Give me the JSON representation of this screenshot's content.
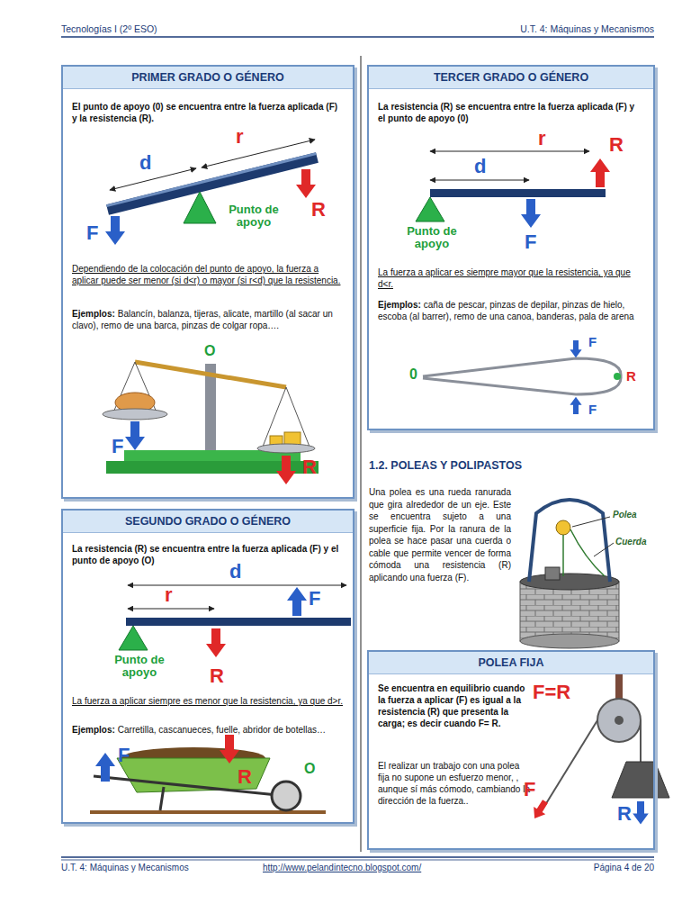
{
  "diagram": {
    "nodes": [
      {
        "text": [
          "PRIMER GRADO O GÉNERO",
          "El punto de apoyo (0) se encuentra entre la fuerza aplicada (F) y la resistencia (R).",
          "Dependiendo de la colocación del punto de apoyo, la fuerza a aplicar puede ser menor (si d<r) o mayor (si r<d) que la resistencia.",
          "Ejemplos:",
          "Balancín, balanza, tijeras, alicate, martillo (al sacar un clavo), remo de una barca, pinzas de colgar ropa…."
        ]
      },
      {
        "text": [
          "SEGUNDO GRADO O GÉNERO",
          "La resistencia (R) se encuentra entre la fuerza aplicada (F) y el punto de apoyo (O)",
          "La fuerza a aplicar siempre es menor que la resistencia, ya que d>r.",
          "Ejemplos:",
          "Carretilla, cascanueces, fuelle, abridor de botellas…"
        ]
      },
      {
        "text": [
          "TERCER GRADO O GÉNERO",
          "La resistencia (R) se encuentra entre la fuerza aplicada (F) y el punto de apoyo (0)",
          "La fuerza a aplicar es siempre mayor que la resistencia, ya que d<r.",
          "Ejemplos:",
          "caña de pescar, pinzas de depilar, pinzas de hielo, escoba (al barrer), remo de una canoa, banderas, pala de arena"
        ]
      },
      {
        "text": [
          "POLEA FIJA",
          "Se encuentra en equilibrio cuando la fuerza a aplicar (F) es igual a la resistencia (R) que presenta la carga; es decir cuando F= R.",
          "El realizar un trabajo con una polea fija no supone un esfuerzo menor, , aunque sí más cómodo, cambiando la dirección de la fuerza.."
        ]
      }
    ],
    "labels": [
      "Tecnologías I (2º ESO)",
      "U.T. 4: Máquinas y Mecanismos",
      "d",
      "r",
      "F",
      "Punto de apoyo",
      "R",
      "O",
      "F",
      "R",
      "r",
      "d",
      "F",
      "Punto de apoyo",
      "R",
      "F",
      "R",
      "O",
      "d",
      "r",
      "R",
      "Punto de apoyo",
      "F",
      "0",
      "F",
      "R",
      "F",
      "1.2. POLEAS Y POLIPASTOS",
      "Una polea es una rueda ranurada que gira alrededor de un eje. Este se encuentra sujeto a una superficie fija. Por la ranura de la polea se hace pasar una cuerda o cable que permite vencer de forma cómoda una resistencia (R) aplicando una fuerza (F).",
      "Polea",
      "Cuerda",
      "F=R",
      "F",
      "R",
      "U.T. 4: Máquinas y Mecanismos",
      "http://www.pelandintecno.blogspot.com/",
      "Página 4 de 20"
    ]
  }
}
